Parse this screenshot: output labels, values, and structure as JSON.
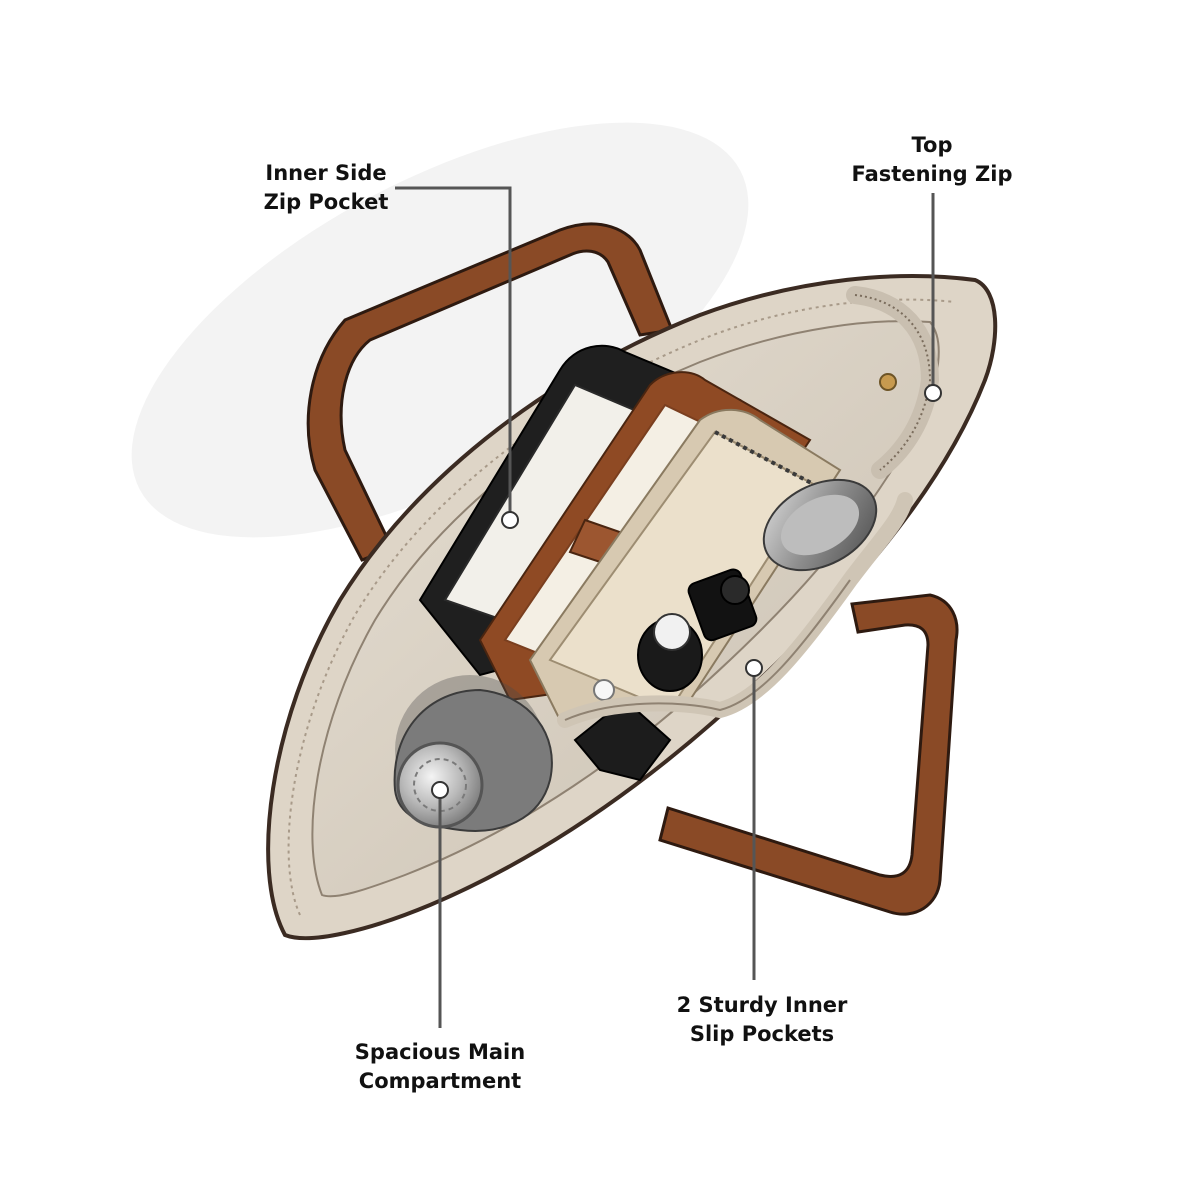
{
  "image": {
    "subject": "Open tote bag viewed from above with organized contents",
    "colors": {
      "background": "#ffffff",
      "strap": "#8a4a26",
      "strap_edge": "#2e1a10",
      "lining": "#d8d0c4",
      "lining_dark": "#b7ab9b",
      "callout_line": "#555555",
      "callout_text": "#111111"
    }
  },
  "callouts": {
    "inner_side": {
      "line1": "Inner Side",
      "line2": "Zip Pocket"
    },
    "top_zip": {
      "line1": "Top",
      "line2": "Fastening Zip"
    },
    "slip_pockets": {
      "line1": "2 Sturdy Inner",
      "line2": "Slip Pockets"
    },
    "main": {
      "line1": "Spacious Main",
      "line2": "Compartment"
    }
  }
}
